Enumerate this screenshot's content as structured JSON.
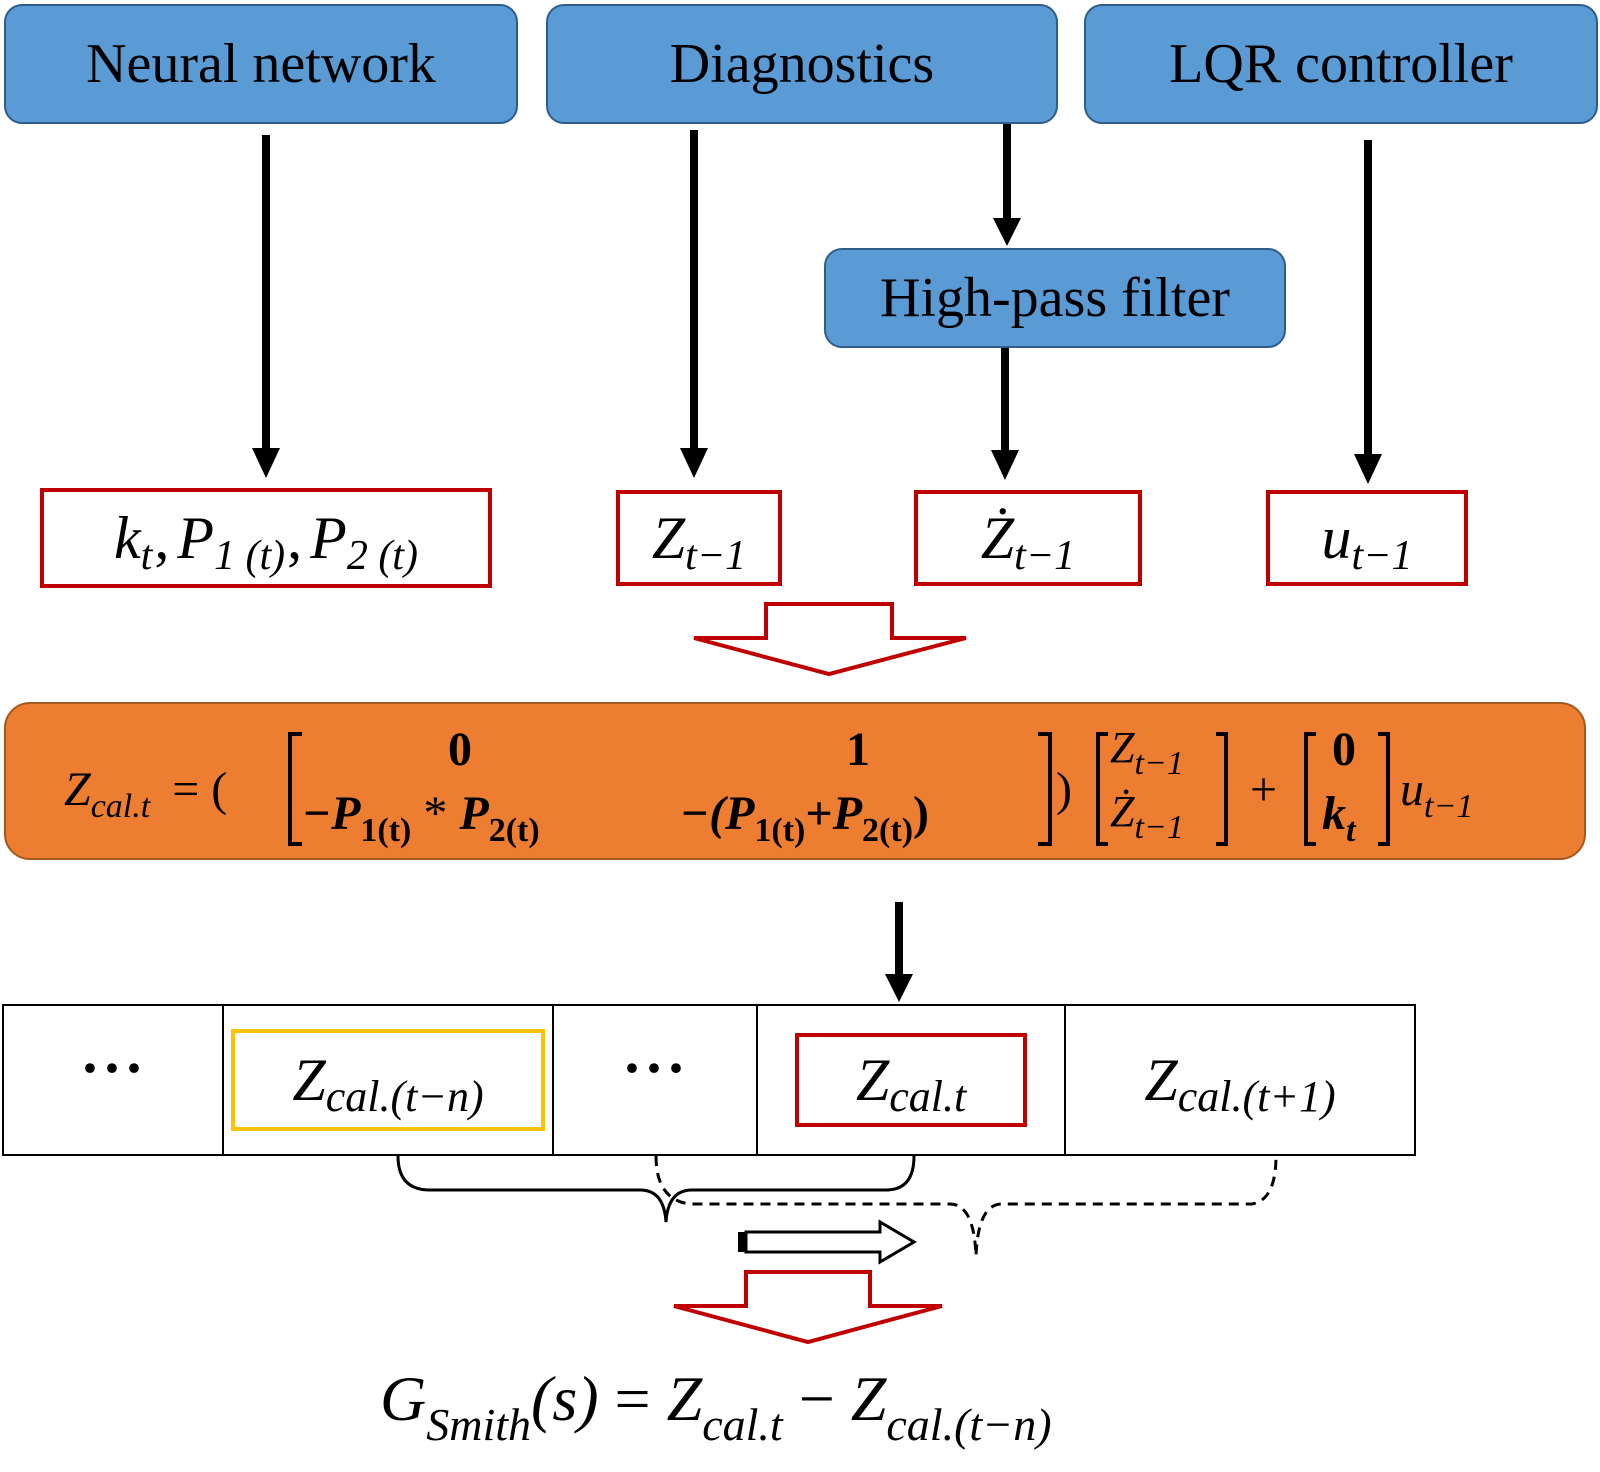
{
  "sources": {
    "neural_network": "Neural network",
    "diagnostics": "Diagnostics",
    "lqr_controller": "LQR controller",
    "high_pass_filter": "High-pass filter"
  },
  "variables": {
    "nn_out": {
      "k": "k",
      "k_sub": "t",
      "p1": "P",
      "p1_sub": "1 (t)",
      "p2": "P",
      "p2_sub": "2 (t)",
      "sep": ","
    },
    "z": {
      "base": "Z",
      "sub": "t−1"
    },
    "zdot": {
      "base": "Ż",
      "sub": "t−1"
    },
    "u": {
      "base": "u",
      "sub": "t−1"
    }
  },
  "equation": {
    "lhs": "Z",
    "lhs_sub": "cal.t",
    "eq": "= (",
    "m11": "0",
    "m12": "1",
    "m21_a": "−P",
    "m21_a_sub": "1(t)",
    "m21_op": " * ",
    "m21_b": "P",
    "m21_b_sub": "2(t)",
    "m22_a": "−(P",
    "m22_a_sub": "1(t)",
    "m22_op": "+",
    "m22_b": "P",
    "m22_b_sub": "2(t)",
    "m22_close": ")",
    "close": ")",
    "v1": "Z",
    "v1_sub": "t−1",
    "v2": "Ż",
    "v2_sub": "t−1",
    "plus": "+",
    "b1": "0",
    "b2": "k",
    "b2_sub": "t",
    "u": "u",
    "u_sub": "t−1"
  },
  "buffer": {
    "cells": [
      {
        "dots": "···"
      },
      {
        "base": "Z",
        "sub": "cal.(t−n)"
      },
      {
        "dots": "···"
      },
      {
        "base": "Z",
        "sub": "cal.t"
      },
      {
        "base": "Z",
        "sub": "cal.(t+1)"
      }
    ]
  },
  "final_equation": {
    "g": "G",
    "g_sub": "Smith",
    "arg": "(s)",
    "eq": " = ",
    "z1": "Z",
    "z1_sub": "cal.t",
    "minus": " − ",
    "z2": "Z",
    "z2_sub": "cal.(t−n)"
  },
  "colors": {
    "source_fill": "#5b9bd5",
    "equation_fill": "#ed7d31",
    "highlight_red": "#c00000",
    "highlight_yellow": "#ffc000"
  }
}
